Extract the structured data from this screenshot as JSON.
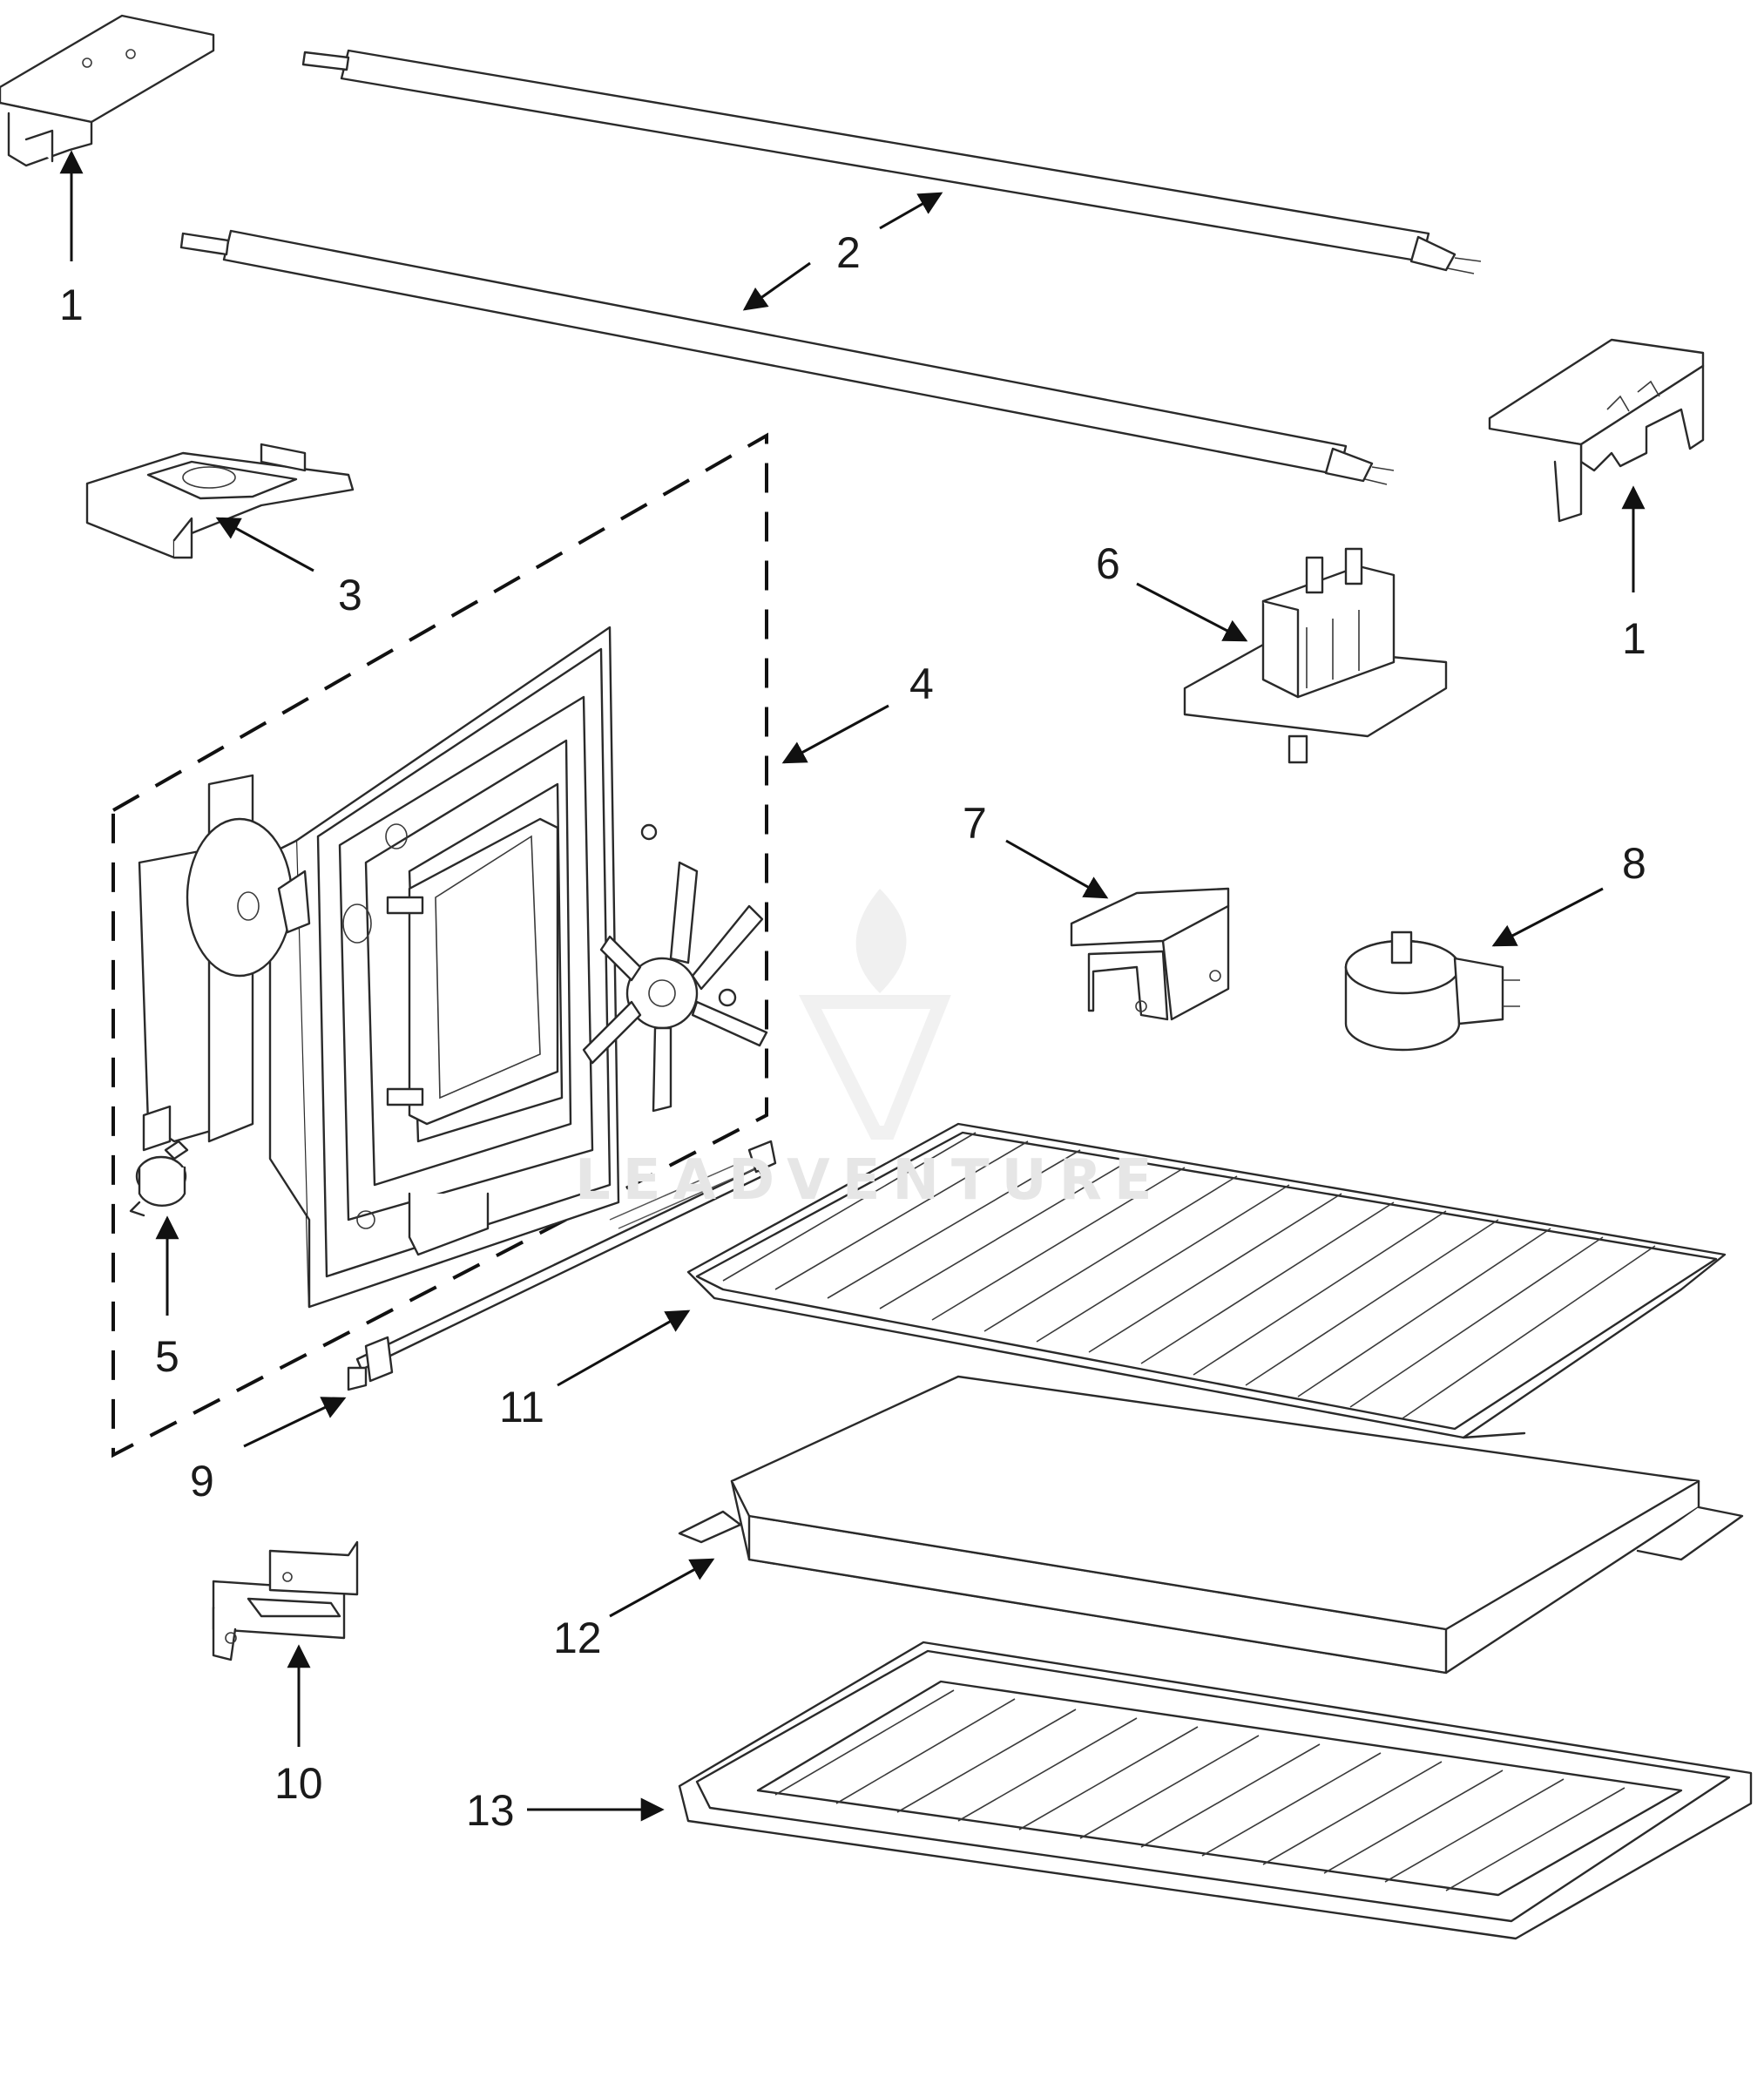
{
  "callouts": [
    {
      "id": "c1a",
      "text": "1"
    },
    {
      "id": "c2",
      "text": "2"
    },
    {
      "id": "c1b",
      "text": "1"
    },
    {
      "id": "c3",
      "text": "3"
    },
    {
      "id": "c6",
      "text": "6"
    },
    {
      "id": "c4",
      "text": "4"
    },
    {
      "id": "c7",
      "text": "7"
    },
    {
      "id": "c8",
      "text": "8"
    },
    {
      "id": "c5",
      "text": "5"
    },
    {
      "id": "c11",
      "text": "11"
    },
    {
      "id": "c9",
      "text": "9"
    },
    {
      "id": "c12",
      "text": "12"
    },
    {
      "id": "c10",
      "text": "10"
    },
    {
      "id": "c13",
      "text": "13"
    }
  ],
  "watermark": {
    "text": "LEADVENTURE"
  }
}
